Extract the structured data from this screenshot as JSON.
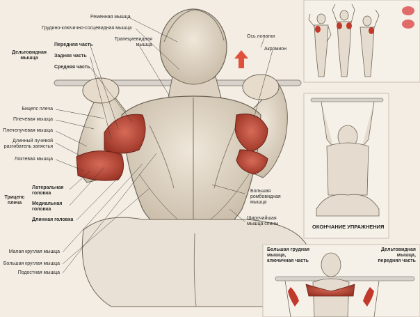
{
  "labels": {
    "trapezius_top": "Ременная мышца",
    "sternocleido": "Грудино-ключично-сосцевидная мышца",
    "trapezius": "Трапециевидная\nмышца",
    "scapula_axis": "Ось лопатки",
    "acromion": "Акромион",
    "deltoid_group": "Дельтовидная\nмышца",
    "deltoid_front": "Передняя часть",
    "deltoid_back": "Задняя часть",
    "deltoid_mid": "Средняя часть",
    "biceps": "Бицепс плеча",
    "brachialis": "Плечевая мышца",
    "brachioradialis": "Плечелучевая мышца",
    "ecrl": "Длинный лучевой\nразгибатель запястья",
    "anconeus": "Локтевая мышца",
    "triceps_group": "Трицепс\nплеча",
    "triceps_lat": "Латеральная\nголовка",
    "triceps_med": "Медиальная\nголовка",
    "triceps_long": "Длинная головка",
    "rhomboid": "Большая\nромбовидная\nмышца",
    "lats": "Широчайшая\nмышца спины",
    "teres_minor": "Малая круглая мышца",
    "teres_major": "Большая круглая мышца",
    "infraspinatus": "Подостная мышца"
  },
  "insets": {
    "end_caption": "ОКОНЧАНИЕ УПРАЖНЕНИЯ",
    "pec_label": "Большая грудная\nмышца,\nключичная часть",
    "delt_front_label": "Дельтовидная\nмышца,\nпередняя часть"
  },
  "colors": {
    "muscle_highlight": "#c0392b",
    "accent_dot": "#e16a6a",
    "arrow": "#e0503a"
  }
}
